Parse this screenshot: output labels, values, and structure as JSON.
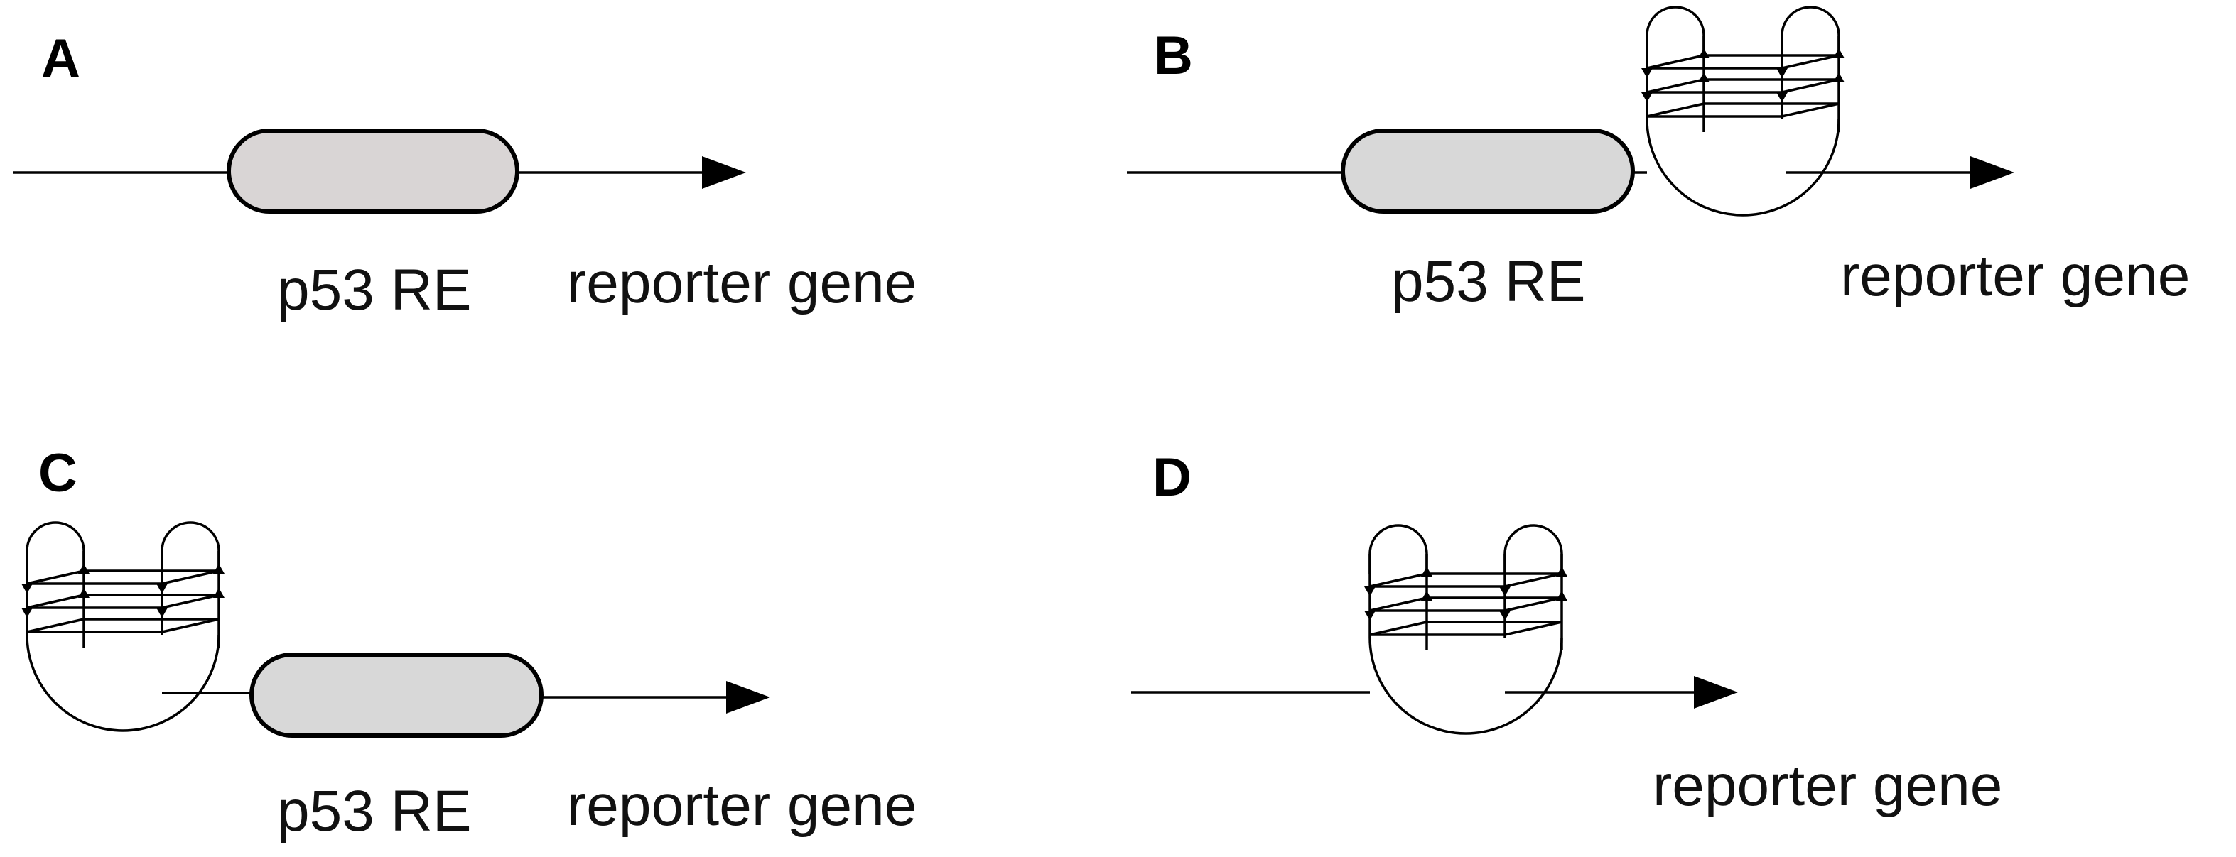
{
  "panels": {
    "a": {
      "letter": "A",
      "element_label": "p53 RE",
      "gene_label": "reporter gene"
    },
    "b": {
      "letter": "B",
      "element_label": "p53 RE",
      "gene_label": "reporter gene"
    },
    "c": {
      "letter": "C",
      "element_label": "p53 RE",
      "gene_label": "reporter gene"
    },
    "d": {
      "letter": "D",
      "gene_label": "reporter gene"
    }
  },
  "colors": {
    "re_fill_a": "#d9d5d5",
    "re_fill": "#d8d8d8",
    "line": "#000000",
    "text": "#111111"
  }
}
